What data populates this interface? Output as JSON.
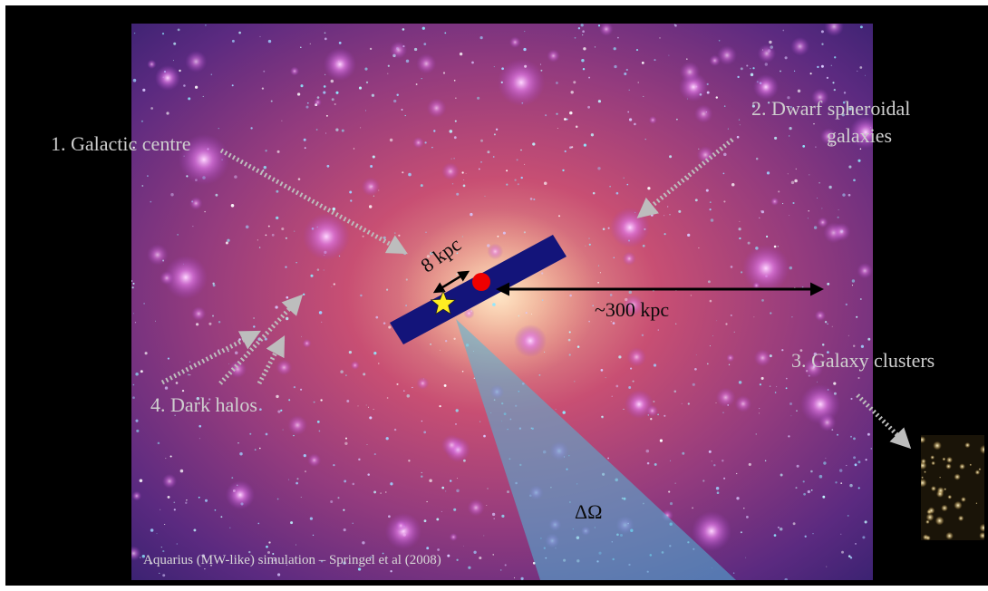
{
  "labels": {
    "galactic_centre": "1. Galactic centre",
    "dwarf_line1": "2. Dwarf spheroidal",
    "dwarf_line2": "galaxies",
    "clusters": "3. Galaxy clusters",
    "dark_halos": "4. Dark halos",
    "distance_8": "8 kpc",
    "distance_300": "~300 kpc",
    "solid_angle": "ΔΩ",
    "caption": "Aquarius (MW-like) simulation – Springel et al (2008)"
  },
  "colors": {
    "slide_background": "#000000",
    "simulation_core": "#f0b48c",
    "simulation_halo": "#c83c6e",
    "simulation_edge": "#3a1e74",
    "disk": "#13147a",
    "sun_marker": "#ffee22",
    "galactic_centre_marker": "#ee0000",
    "cone": "#4fb8d8",
    "pointer_arrows": "#bdbdbd"
  },
  "icons": {
    "sun": "star-icon",
    "centre": "red-dot-icon",
    "cluster_image": "galaxy-cluster-thumbnail"
  }
}
